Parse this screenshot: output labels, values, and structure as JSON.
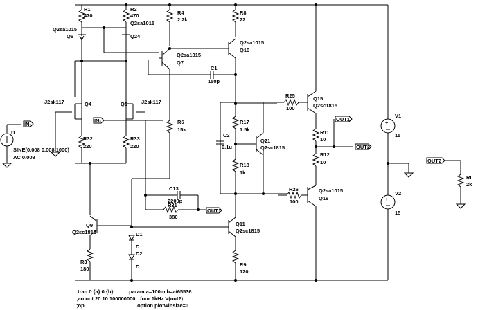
{
  "components": {
    "R1": {
      "name": "R1",
      "value": "470"
    },
    "R2": {
      "name": "R2",
      "value": "470"
    },
    "R4": {
      "name": "R4",
      "value": "2.2k"
    },
    "R8": {
      "name": "R8",
      "value": "22"
    },
    "R25": {
      "name": "R25",
      "value": "100"
    },
    "R26": {
      "name": "R26",
      "value": "100"
    },
    "R11": {
      "name": "R11",
      "value": "10"
    },
    "R12": {
      "name": "R12",
      "value": "10"
    },
    "R17": {
      "name": "R17",
      "value": "1.5k"
    },
    "R18": {
      "name": "R18",
      "value": "1k"
    },
    "R6": {
      "name": "R6",
      "value": "15k"
    },
    "R31": {
      "name": "R31",
      "value": "380"
    },
    "R32": {
      "name": "R32",
      "value": "220"
    },
    "R33": {
      "name": "R33",
      "value": "220"
    },
    "R3": {
      "name": "R3",
      "value": "180"
    },
    "R9": {
      "name": "R9",
      "value": "120"
    },
    "RL": {
      "name": "RL",
      "value": "2k"
    },
    "C1": {
      "name": "C1",
      "value": "150p"
    },
    "C2": {
      "name": "C2",
      "value": "0.1u"
    },
    "C13": {
      "name": "C13",
      "value": "2200p"
    },
    "V1": {
      "name": "V1",
      "value": "15"
    },
    "V2": {
      "name": "V2",
      "value": "15"
    },
    "I1": {
      "name": "I1",
      "value": "SINE(0.008 0.008 1000)",
      "extra": "AC 0.008"
    },
    "D1": {
      "name": "D1",
      "model": "D"
    },
    "D2": {
      "name": "D2",
      "model": "D"
    },
    "Q6": {
      "name": "Q6",
      "model": "Q2sa1015"
    },
    "Q24": {
      "name": "Q24",
      "model": "Q2sa1015"
    },
    "Q7": {
      "name": "Q7",
      "model": "Q2sa1015"
    },
    "Q10": {
      "name": "Q10",
      "model": "Q2sa1015"
    },
    "Q15": {
      "name": "Q15",
      "model": "Q2sc1815"
    },
    "Q16": {
      "name": "Q16",
      "model": "Q2sa1015"
    },
    "Q21": {
      "name": "Q21",
      "model": "Q2sc1815"
    },
    "Q9": {
      "name": "Q9",
      "model": "Q2sc1815"
    },
    "Q11": {
      "name": "Q11",
      "model": "Q2sc1815"
    },
    "Q4": {
      "name": "Q4",
      "model": "J2sk117"
    },
    "Q5": {
      "name": "Q5",
      "model": "J2sk117"
    }
  },
  "nets": {
    "in_a": "IN-",
    "in_b": "IN-",
    "out1_a": "OUT1",
    "out1_b": "OUT1",
    "out2_a": "OUT2",
    "out2_b": "OUT2"
  },
  "directives": {
    "tran": ".tran 0 {a} 0 {b}",
    "param": ".param a=100m b=a/65536",
    "ao": ";ao oot 20 10 100000000",
    "four": ".four 1kHz V(out2)",
    "op": ";op",
    "option": ".option plotwinsize=0"
  }
}
